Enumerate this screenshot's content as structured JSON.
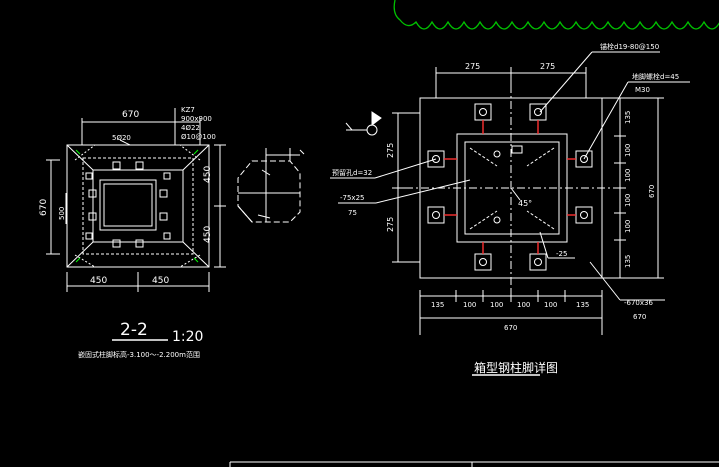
{
  "colors": {
    "background": "#000000",
    "line": "#ffffff",
    "dimension": "#e0e0e0",
    "accent_yellow": "#ffff00",
    "accent_red": "#ff3030",
    "accent_green": "#00ff00",
    "cloud_green": "#00c000",
    "frame": "#ffffff"
  },
  "left_detail": {
    "top_dim": "670",
    "bottom_dims": [
      "450",
      "450"
    ],
    "left_dim": "670",
    "right_dims": [
      "450",
      "450"
    ],
    "inner_left_dim": "500",
    "column_note_lines": [
      "KZ7",
      "900x900",
      "4Ø22",
      "Ø10@100"
    ],
    "top_bar_note": "5Ø20",
    "section_mark": "2-2",
    "scale": "1:20",
    "elevation_note": "嵌固式柱脚标高-3.100～-2.200m范围"
  },
  "right_detail": {
    "top_dims": [
      "275",
      "275"
    ],
    "anchor_note": "锚栓d19-80@150",
    "bolt_note": "地脚螺栓d=45",
    "bolt_grade": "M30",
    "hole_note": "预留孔d=32",
    "angle_note_1": "-75x25",
    "angle_note_2": "75",
    "angle_label": "45°",
    "plate_minus": "-25",
    "left_dims": [
      "275",
      "275"
    ],
    "right_dims": [
      "135",
      "100",
      "100",
      "100",
      "100",
      "135"
    ],
    "right_total": "670",
    "bottom_dims": [
      "135",
      "100",
      "100",
      "100",
      "100",
      "135"
    ],
    "bottom_total": "670",
    "plate_note": "-670x36",
    "plate_note_dim": "670",
    "title": "箱型钢柱脚详图"
  }
}
